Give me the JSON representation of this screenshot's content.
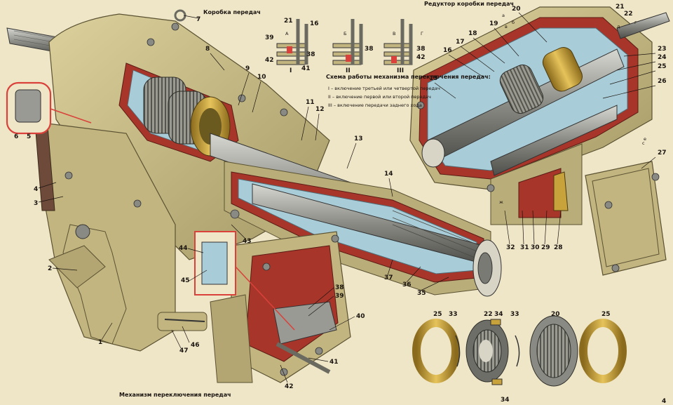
{
  "titles": {
    "gearbox": "Коробка передач",
    "reducer": "Редуктор коробки передач",
    "shift_mechanism": "Механизм переключения передач",
    "scheme_title": "Схема работы механизма переключения передач:"
  },
  "scheme_legend": [
    "I – включение третьей или четвертой передач",
    "II – включение первой или второй передач",
    "III – включение передачи заднего хода"
  ],
  "scheme_roman": [
    "I",
    "II",
    "III"
  ],
  "scheme_letters": [
    "А",
    "Б",
    "В",
    "Г"
  ],
  "numbers": {
    "n1": "1",
    "n2": "2",
    "n3": "3",
    "n4": "4",
    "n5": "5",
    "n6": "6",
    "n7": "7",
    "n8": "8",
    "n9": "9",
    "n10": "10",
    "n11": "11",
    "n12": "12",
    "n13": "13",
    "n14": "14",
    "n15": "15",
    "n16": "16",
    "n17": "17",
    "n18": "18",
    "n19": "19",
    "n20": "20",
    "n21": "21",
    "n22": "22",
    "n23": "23",
    "n24": "24",
    "n25": "25",
    "n26": "26",
    "n27": "27",
    "n28": "28",
    "n29": "29",
    "n30": "30",
    "n31": "31",
    "n32": "32",
    "n33": "33",
    "n34": "34",
    "n35": "35",
    "n36": "36",
    "n37": "37",
    "n38": "38",
    "n39": "39",
    "n40": "40",
    "n41": "41",
    "n42": "42",
    "n43": "43",
    "n44": "44",
    "n45": "45",
    "n46": "46",
    "n47": "47"
  },
  "reducer_letters": [
    "а",
    "б",
    "в",
    "г",
    "д",
    "е",
    "ж",
    "с"
  ],
  "colors": {
    "background": "#efe6c8",
    "housing": "#c9bd8a",
    "housing_dark": "#8f8456",
    "cut_red": "#a8352a",
    "cut_blue": "#a9cdd8",
    "steel": "#9a9a94",
    "brass": "#c8a23a",
    "highlight_box": "#d9413a"
  }
}
